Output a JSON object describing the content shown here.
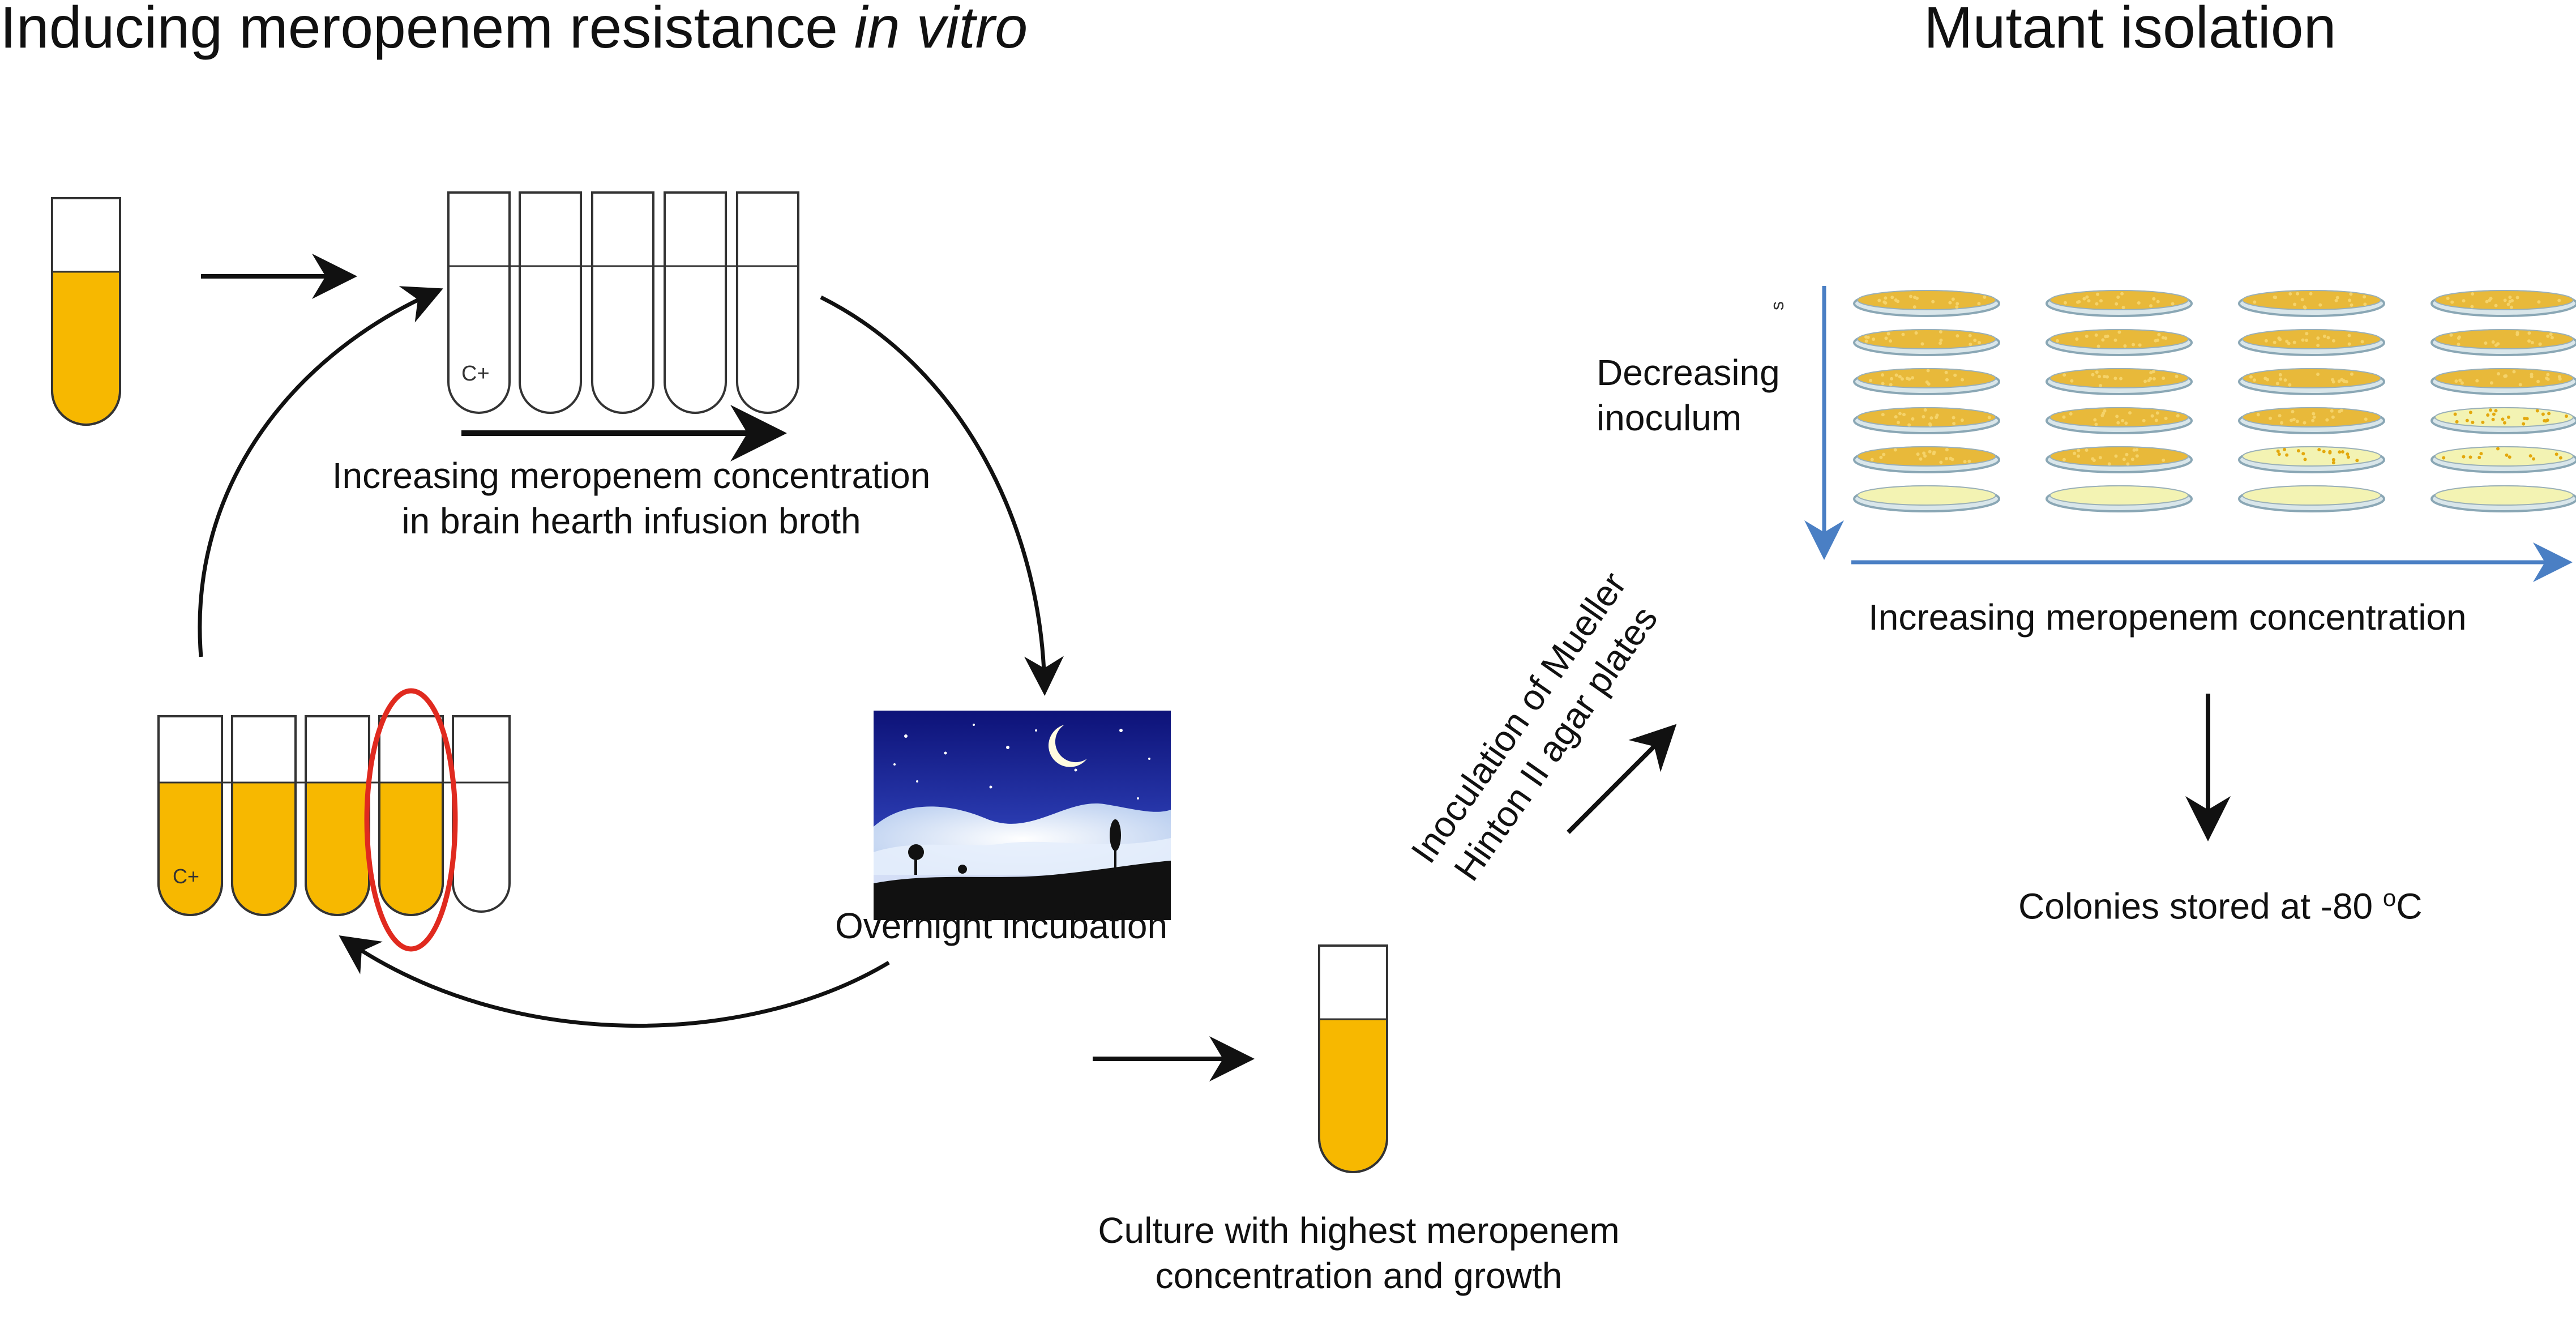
{
  "titles": {
    "left_main": "Inducing meropenem resistance",
    "left_italic": "in vitro",
    "right": "Mutant isolation"
  },
  "labels": {
    "increasing_line1": "Increasing meropenem concentration",
    "increasing_line2": "in brain hearth infusion broth",
    "overnight": "Overnight incubation",
    "culture_line1": "Culture with highest meropenem",
    "culture_line2": "concentration and growth",
    "inoculation_line1": "Inoculation of Mueller",
    "inoculation_line2": "Hinton II agar plates",
    "decreasing_line1": "Decreasing",
    "decreasing_line2": "inoculum",
    "increasing_plates": "Increasing meropenem concentration",
    "colonies_prefix": "Colonies stored at -80 ",
    "colonies_sup": "o",
    "colonies_suffix": "C",
    "tube_control_top": "C+",
    "tube_control_bottom": "C+",
    "small_mark": "s"
  },
  "colors": {
    "culture_fill": "#f7b800",
    "agar_pale": "#f3f3b3",
    "plate_rim": "#8aa7b5",
    "blue_arrow": "#4a7fc4",
    "red_ellipse": "#e02a1f",
    "night_sky": "#1a1f8c"
  },
  "plate_grid": {
    "rows": 6,
    "columns": 4,
    "growth_density": [
      [
        1,
        1,
        1,
        1
      ],
      [
        1,
        1,
        1,
        1
      ],
      [
        1,
        1,
        1,
        1
      ],
      [
        1,
        1,
        1,
        0.4
      ],
      [
        1,
        1,
        0.3,
        0.2
      ],
      [
        0,
        0,
        0,
        0
      ]
    ]
  },
  "top_tubes": {
    "count": 5,
    "filled": [
      false,
      false,
      false,
      false,
      false
    ]
  },
  "bottom_tubes": {
    "count": 5,
    "filled": [
      true,
      true,
      true,
      true,
      false
    ],
    "highlighted_index": 3
  }
}
